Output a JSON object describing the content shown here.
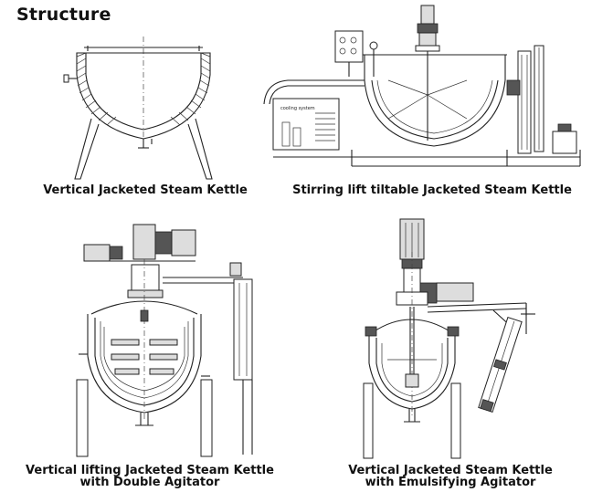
{
  "page": {
    "heading": "Structure"
  },
  "panels": [
    {
      "caption": "Vertical Jacketed Steam Kettle"
    },
    {
      "caption": "Stirring lift tiltable Jacketed Steam Kettle",
      "cooling_label": "cooling system"
    },
    {
      "caption_line1": "Vertical lifting Jacketed Steam Kettle",
      "caption_line2": "with Double Agitator"
    },
    {
      "caption_line1": "Vertical Jacketed Steam Kettle",
      "caption_line2": "with Emulsifying Agitator"
    }
  ]
}
